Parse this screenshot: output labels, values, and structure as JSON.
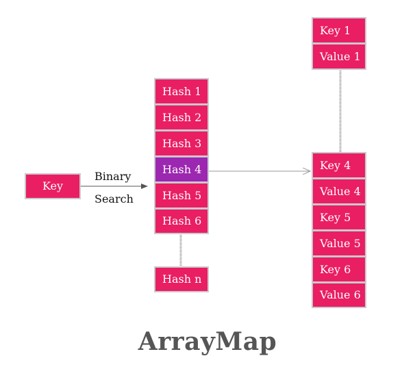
{
  "key": {
    "label": "Key"
  },
  "search": {
    "line1": "Binary",
    "line2": "Search"
  },
  "hashes": [
    "Hash 1",
    "Hash 2",
    "Hash 3",
    "Hash 4",
    "Hash 5",
    "Hash 6"
  ],
  "hash_last": "Hash n",
  "pair_top": [
    "Key 1",
    "Value 1"
  ],
  "pairs": [
    "Key 4",
    "Value 4",
    "Key 5",
    "Value 5",
    "Key 6",
    "Value 6"
  ],
  "title": "ArrayMap",
  "colors": {
    "cell": "#e91e63",
    "highlight": "#9c27b0",
    "border": "#c9c9cf"
  }
}
